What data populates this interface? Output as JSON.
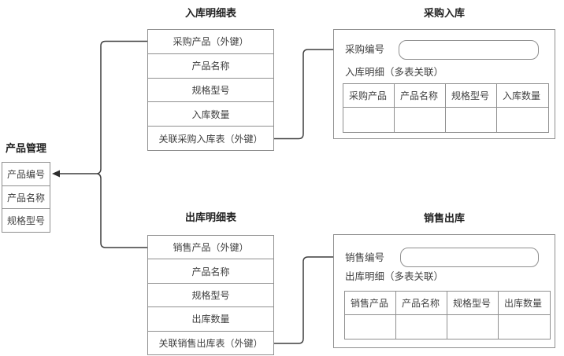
{
  "colors": {
    "background": "#ffffff",
    "shape_border": "#8f8f8f",
    "connector_line": "#3d3d3d",
    "text": "#3f3f3f",
    "title_text": "#1f1f1f"
  },
  "product_table": {
    "title": "产品管理",
    "rows": [
      "产品编号",
      "产品名称",
      "规格型号"
    ]
  },
  "inbound_detail_table": {
    "title": "入库明细表",
    "rows": [
      "采购产品（外键）",
      "产品名称",
      "规格型号",
      "入库数量",
      "关联采购入库表（外键）"
    ]
  },
  "outbound_detail_table": {
    "title": "出库明细表",
    "rows": [
      "销售产品（外键）",
      "产品名称",
      "规格型号",
      "出库数量",
      "关联销售出库表（外键）"
    ]
  },
  "purchase_inbound_panel": {
    "title": "采购入库",
    "field_label": "采购编号",
    "field_value": "",
    "section_label": "入库明细（多表关联）",
    "columns": [
      "采购产品",
      "产品名称",
      "规格型号",
      "入库数量"
    ],
    "rows": [
      [
        "",
        "",
        "",
        ""
      ]
    ]
  },
  "sales_outbound_panel": {
    "title": "销售出库",
    "field_label": "销售编号",
    "field_value": "",
    "section_label": "出库明细（多表关联）",
    "columns": [
      "销售产品",
      "产品名称",
      "规格型号",
      "出库数量"
    ],
    "rows": [
      [
        "",
        "",
        "",
        ""
      ]
    ]
  }
}
